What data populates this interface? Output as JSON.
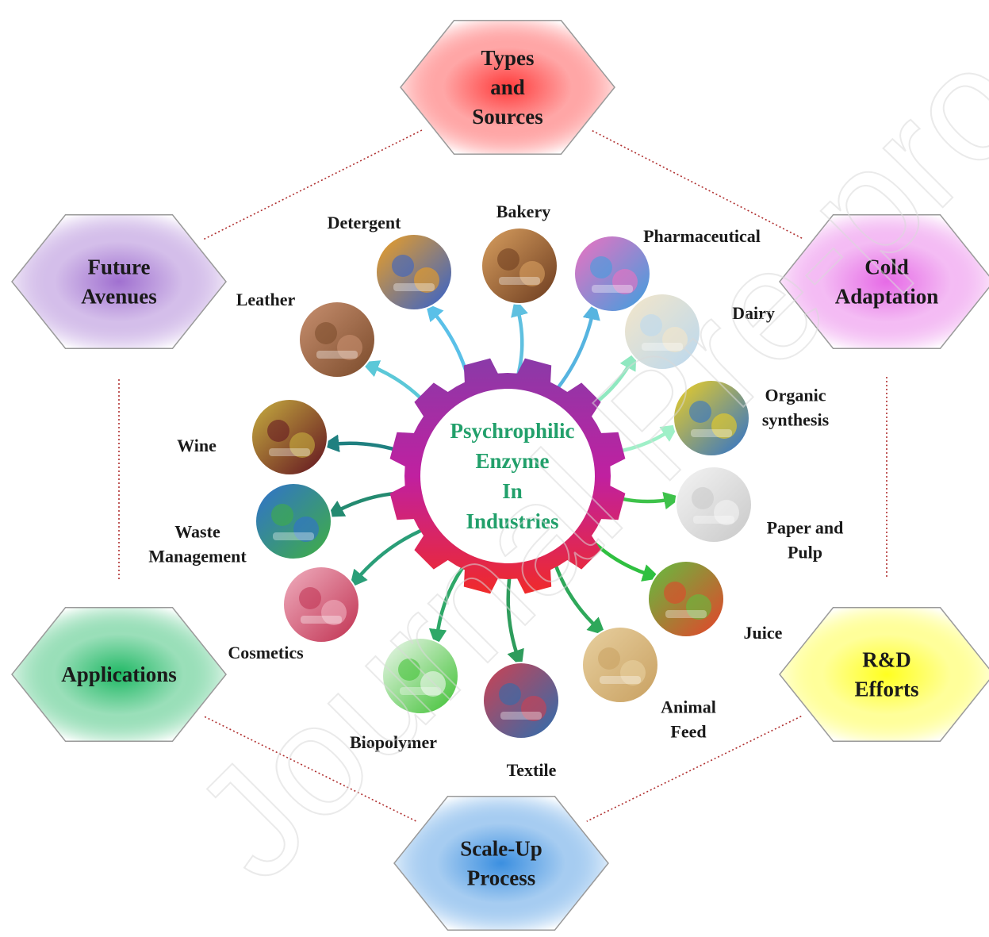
{
  "hub": {
    "lines": [
      "Psychrophilic",
      "Enzyme",
      "In",
      "Industries"
    ],
    "color": "#22a06b"
  },
  "hexagons": [
    {
      "id": "types",
      "lines": [
        "Types",
        "and",
        "Sources"
      ],
      "color": "#ff3b3b"
    },
    {
      "id": "cold",
      "lines": [
        "Cold",
        "Adaptation"
      ],
      "color": "#e66ae6"
    },
    {
      "id": "rd",
      "lines": [
        "R&D",
        "Efforts"
      ],
      "color": "#ffff20"
    },
    {
      "id": "scaleup",
      "lines": [
        "Scale-Up",
        "Process"
      ],
      "color": "#3b8fe0"
    },
    {
      "id": "applications",
      "lines": [
        "Applications"
      ],
      "color": "#1fb864"
    },
    {
      "id": "future",
      "lines": [
        "Future",
        "Avenues"
      ],
      "color": "#a070d0"
    }
  ],
  "applications": [
    {
      "id": "bakery",
      "lines": [
        "Bakery"
      ],
      "icon": "bakery-icon"
    },
    {
      "id": "pharmaceutical",
      "lines": [
        "Pharmaceutical"
      ],
      "icon": "pharmaceutical-icon"
    },
    {
      "id": "dairy",
      "lines": [
        "Dairy"
      ],
      "icon": "dairy-icon"
    },
    {
      "id": "organic-synthesis",
      "lines": [
        "Organic",
        "synthesis"
      ],
      "icon": "organic-synthesis-icon"
    },
    {
      "id": "paper-pulp",
      "lines": [
        "Paper and",
        "Pulp"
      ],
      "icon": "paper-roll-icon"
    },
    {
      "id": "juice",
      "lines": [
        "Juice"
      ],
      "icon": "juice-icon"
    },
    {
      "id": "animal-feed",
      "lines": [
        "Animal",
        "Feed"
      ],
      "icon": "animal-feed-icon"
    },
    {
      "id": "textile",
      "lines": [
        "Textile"
      ],
      "icon": "textile-icon"
    },
    {
      "id": "biopolymer",
      "lines": [
        "Biopolymer"
      ],
      "icon": "biopolymer-icon"
    },
    {
      "id": "cosmetics",
      "lines": [
        "Cosmetics"
      ],
      "icon": "cosmetics-icon"
    },
    {
      "id": "waste-management",
      "lines": [
        "Waste",
        "Management"
      ],
      "icon": "recycle-icon"
    },
    {
      "id": "wine",
      "lines": [
        "Wine"
      ],
      "icon": "wine-icon"
    },
    {
      "id": "leather",
      "lines": [
        "Leather"
      ],
      "icon": "leather-icon"
    },
    {
      "id": "detergent",
      "lines": [
        "Detergent"
      ],
      "icon": "detergent-icon"
    }
  ],
  "watermark": "Journal Pre-proof"
}
